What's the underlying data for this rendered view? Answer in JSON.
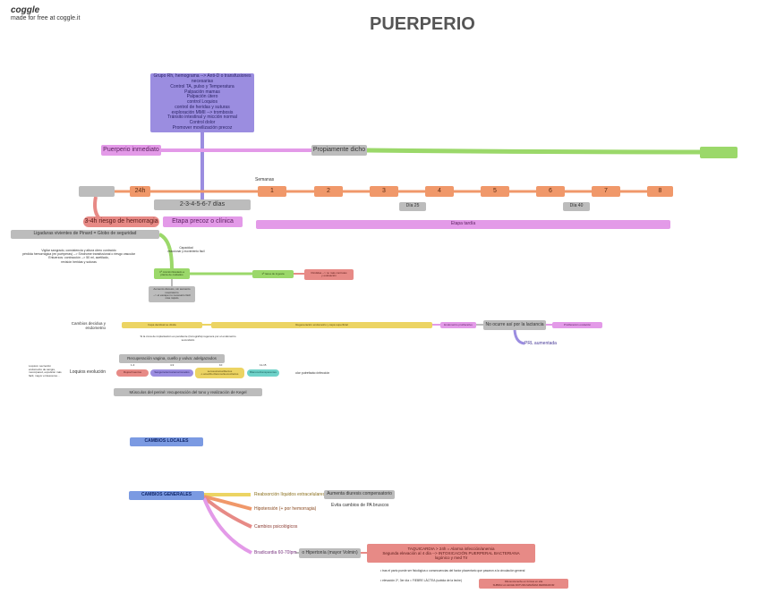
{
  "brand": {
    "logo": "coggle",
    "tagline": "made for free at coggle.it"
  },
  "title": "PUERPERIO",
  "top_box": "Grupo Rh, hemograma --> Anti-D o transfusiones necesarias\nControl TA, pulso y Temperatura\nPalpación mamas\nPalpación útero\ncontrol Loquios\ncontrol de heridas y suturas\nexploración MMII --> trombosis\nTránsito intestinal y micción normal\nControl dolor\nPromover movilización precoz",
  "row1": {
    "inmediato": "Puerperio inmediato",
    "dicho": "Propiamente dicho"
  },
  "semanas_label": "Semanas",
  "timeline": {
    "h24": "24h",
    "weeks": [
      "1",
      "2",
      "3",
      "4",
      "5",
      "6",
      "7",
      "8"
    ],
    "dias": "2-3-4-5-6-7 días",
    "dia25": "Día 25",
    "dia40": "Día 40"
  },
  "row3": {
    "riesgo": "3-4h riesgo de hemorragia",
    "precoz": "Etapa precoz o clínica",
    "tardia": "Etapa tardía"
  },
  "ligaduras": "Ligaduras vivientes de Pinard = Globo de seguridad",
  "vigilar": "Vigilar sangrado, consistencia y altura útero contraído\npérdida hemorrágica (en puérperas) --> Síndrome transfusional o riesgo vascular\nEntuerzos: contracción --> 50 ml, acetilado,\nrevisión heridas y suturas",
  "sub_small": "Capacidad\nreaccionar y movimiento fácil",
  "green_small1": "1ª micción/traslado a\nplanta de cuidados",
  "green_small2": "1ª tarea de ingesta",
  "red_small": "Pérdidas --> no más controles\ny evaluación",
  "grey_small": "Aumento diuresis, sin aumento\nrespiratorio\n--> el escape no necesario fácil\nmás rápido",
  "cambios_decidua": {
    "label": "Cambios decidua y\nendometrio",
    "box1": "Capa decidual se divide",
    "box2": "Regeneración endometrio y capa superficial",
    "box3": "Endometrio proliferativo",
    "box4": "No ocurre así por la lactancia",
    "box5": "Proliferación ovulación",
    "prl": "PRL aumentada",
    "note": "Si la zona de implantación es pendiente (Corografía) regenera por el endometrio\nsecundario"
  },
  "recuperacion": "Recuperación vagina, cuello y vulva: adelgazados",
  "loquios": {
    "label": "Loquios evolución",
    "side_note": "Loquios: secreción\nendometrio de sangre,\nmoco/pared, expulsión más\nfácil, mayor el descenso...",
    "days": [
      "1-3",
      "4-9",
      "10",
      "11-15"
    ],
    "items": [
      "Rojos/cruentos",
      "Sanguinolentos/amarronados",
      "serosos/amarillentos\no amarillo-blancos/leucocitarios",
      "Blancos/transparentes"
    ],
    "after": "olor putrefacto=infección"
  },
  "musculos": "Músculos del periné: recuperación del tono y realización de Kegel",
  "cambios_locales": "CAMBIOS LOCALES",
  "cambios_generales": "CAMBIOS GENERALES",
  "branches": {
    "b1": "Reabsorción líquidos extracelulares",
    "b1_box": "Aumenta diuresis compensatorio",
    "b1_note": "Evita cambios de PA bruscos",
    "b2": "Hipotensión (+ por hemorragia)",
    "b3": "Cambios psicológicos",
    "b4": "Bradicardia 60-70lpm",
    "b4_box": "o Hipertonía (mayor Volmin)"
  },
  "taquicardia": "TAQUICARDIA > 24h = Alarma infección/anemia\nSegunda elevación al 4 día --> INTOXICACIÓN PUERPERAL BACTERIANA\nlogónico y med Tir",
  "bullets": [
    "tras el parto puede ser fisiológica o consecuencias del factor placentario que pasaron a la circulación general",
    "elevación 2º, 3er día = FIEBRE LÁCTEA (subida de la leche)"
  ],
  "bottom_red": "Diferencia leche en formas en ella\nSUBIDA LA LECHE ROTURA MAMÁRIA REPARADOR",
  "colors": {
    "title": "#555555",
    "purple": "#9b8de0",
    "pink": "#e39ae8",
    "green": "#9bd86a",
    "orange": "#f0986a",
    "red": "#e78a86",
    "grey": "#bcbcbc"
  }
}
